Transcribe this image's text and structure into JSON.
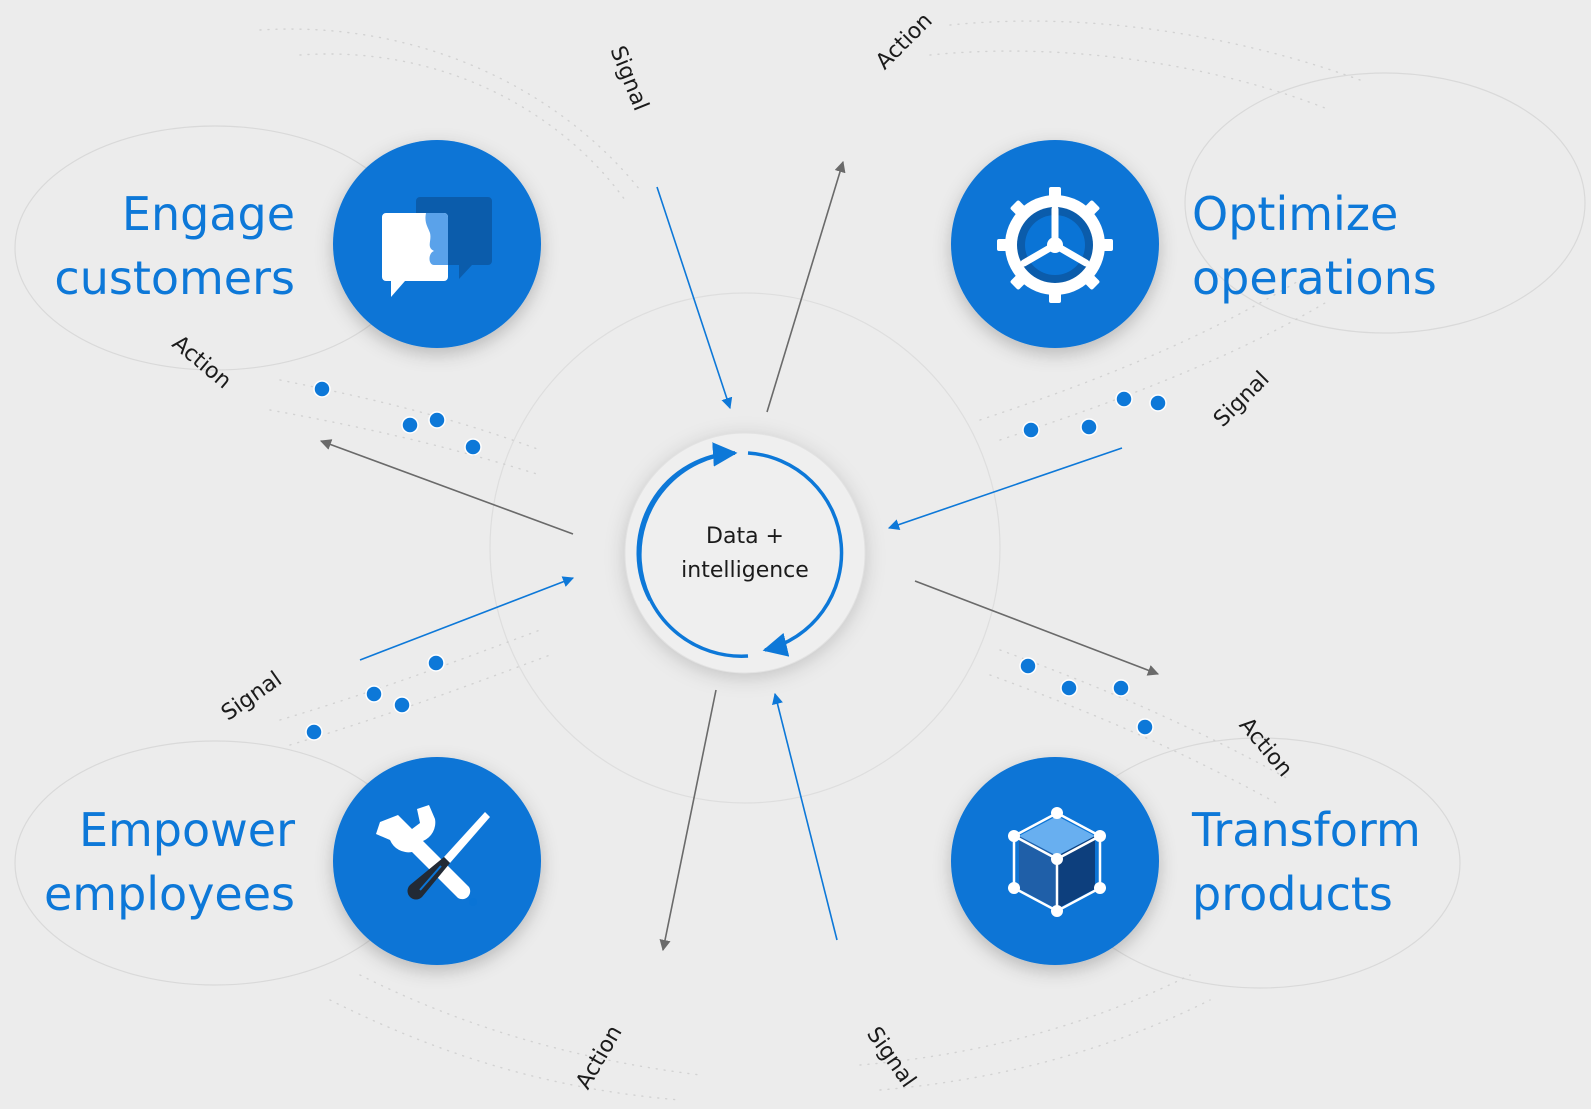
{
  "center": {
    "line1": "Data +",
    "line2": "intelligence"
  },
  "areas": [
    {
      "id": "engage",
      "line1": "Engage",
      "line2": "customers",
      "icon": "chat-bubbles-icon"
    },
    {
      "id": "optimize",
      "line1": "Optimize",
      "line2": "operations",
      "icon": "gear-icon"
    },
    {
      "id": "empower",
      "line1": "Empower",
      "line2": "employees",
      "icon": "wrench-screwdriver-icon"
    },
    {
      "id": "transform",
      "line1": "Transform",
      "line2": "products",
      "icon": "cube-icon"
    }
  ],
  "flows": {
    "signal": "Signal",
    "action": "Action"
  },
  "colors": {
    "background": "#ececec",
    "accent": "#0d78d8",
    "circle_fill": "#0a74d6",
    "arrow_gray": "#6a6a6a",
    "text_dark": "#1b1b1b"
  }
}
